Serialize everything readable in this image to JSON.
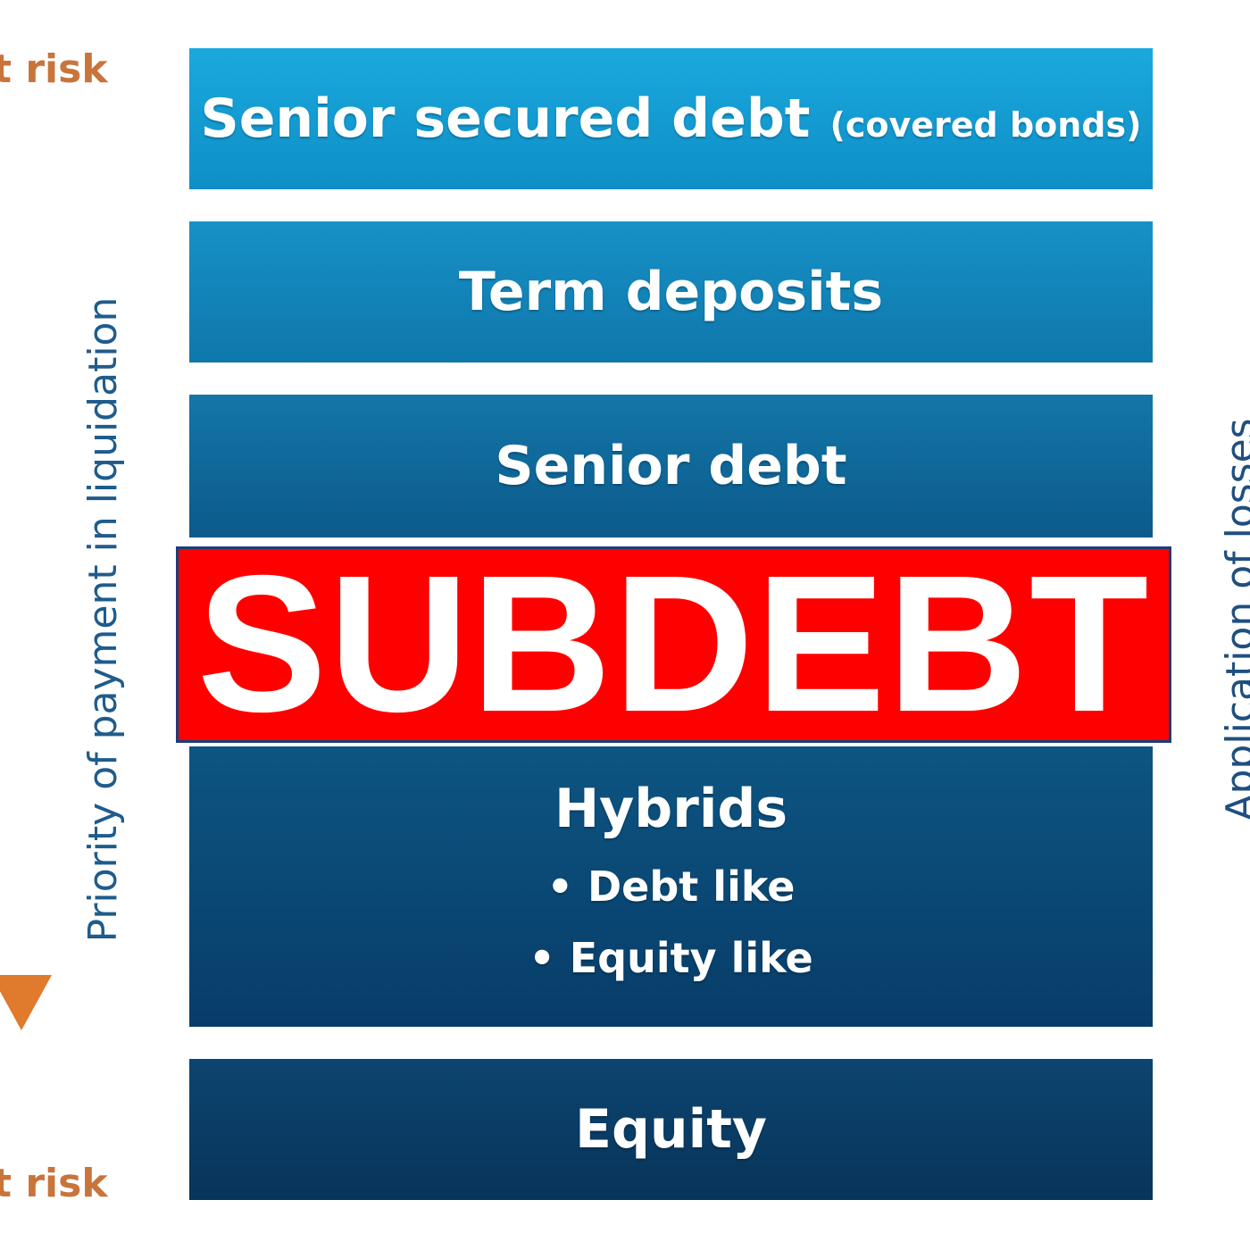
{
  "left_labels": {
    "top": "t risk",
    "bottom": "t risk",
    "axis": "Priority of payment in liquidation"
  },
  "right_labels": {
    "axis": "Application of losses"
  },
  "tiers": [
    {
      "label": "Senior secured debt",
      "note": "(covered bonds)"
    },
    {
      "label": "Term deposits"
    },
    {
      "label": "Senior debt"
    },
    {
      "label": "Hybrids",
      "bullets": [
        "• Debt like",
        "• Equity like"
      ]
    },
    {
      "label": "Equity"
    }
  ],
  "banner": {
    "text": "SUBDEBT"
  },
  "colors": {
    "banner_bg": "#ff0000",
    "risk_text": "#c8743b",
    "arrow": "#e07a2c",
    "tier_top": "#1aa9dd",
    "tier_bottom": "#08345a"
  }
}
